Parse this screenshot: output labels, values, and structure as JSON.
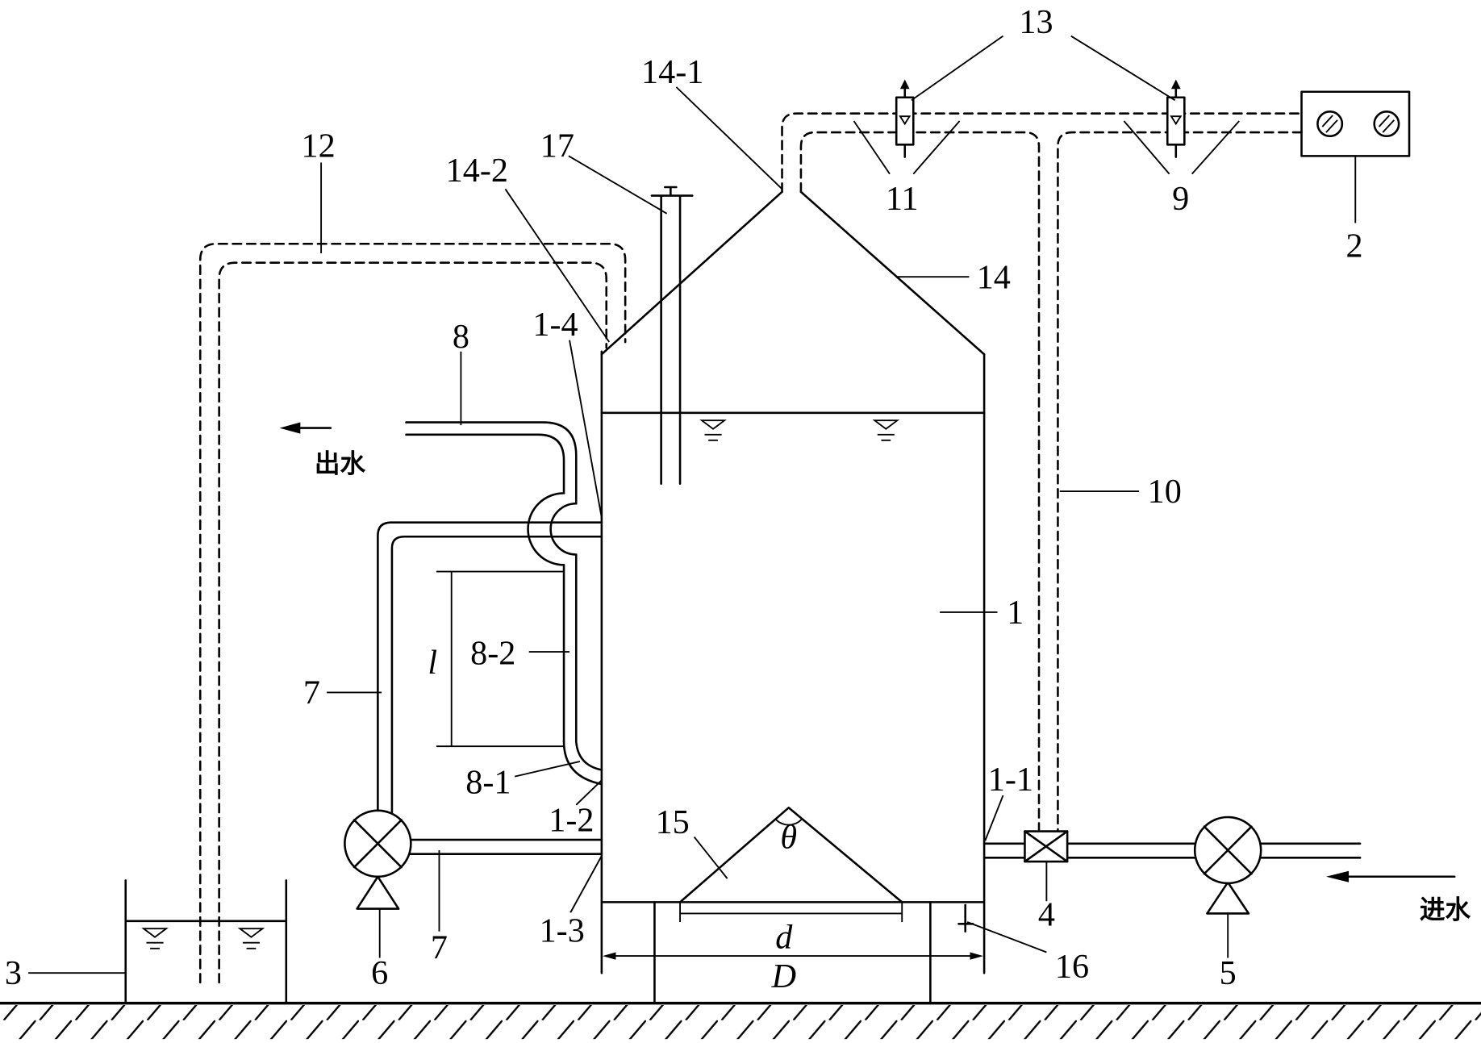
{
  "labels": {
    "n13": "13",
    "n14_1": "14-1",
    "n17": "17",
    "n12": "12",
    "n14_2": "14-2",
    "n11": "11",
    "n9": "9",
    "n2": "2",
    "n14": "14",
    "n1_4": "1-4",
    "n8": "8",
    "outlet": "出水",
    "n10": "10",
    "n1": "1",
    "len_l": "l",
    "n8_2": "8-2",
    "n7_upper": "7",
    "n8_1": "8-1",
    "n1_1": "1-1",
    "n1_2": "1-2",
    "n15": "15",
    "theta": "θ",
    "n1_3": "1-3",
    "dim_d": "d",
    "dim_D": "D",
    "n7_lower": "7",
    "n6": "6",
    "n4": "4",
    "n5": "5",
    "n16": "16",
    "inlet": "进水",
    "n3": "3"
  },
  "colors": {
    "ink": "#000000",
    "background": "#ffffff"
  }
}
